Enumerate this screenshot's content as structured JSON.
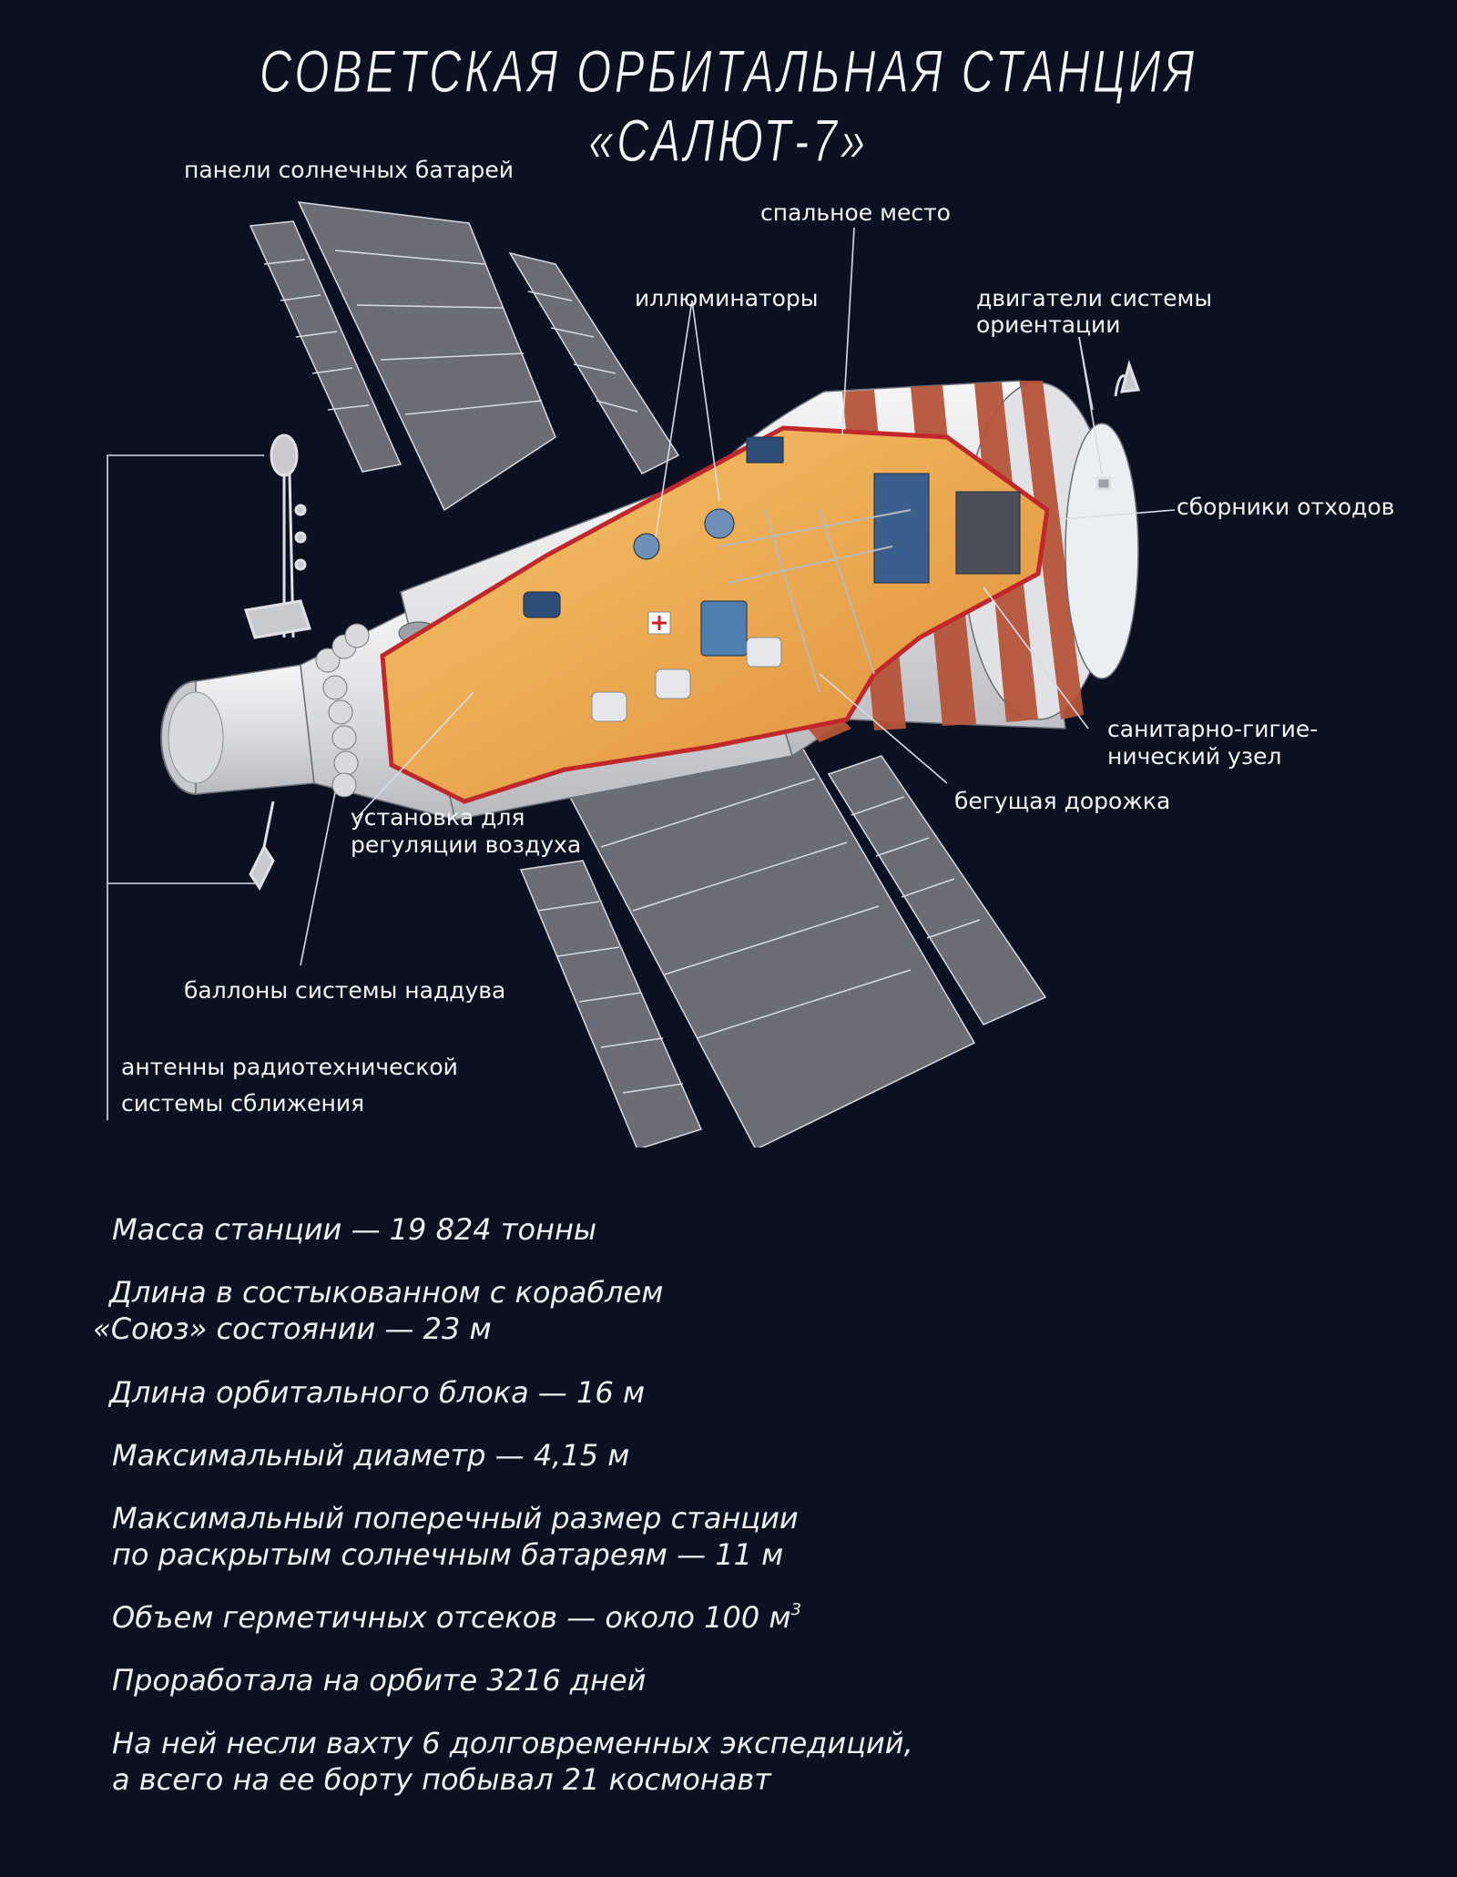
{
  "title": "СОВЕТСКАЯ ОРБИТАЛЬНАЯ СТАНЦИЯ «САЛЮТ-7»",
  "labels": {
    "solar_panels": "панели солнечных батарей",
    "sleeping_place": "спальное место",
    "portholes": "иллюминаторы",
    "attitude_engines_1": "двигатели системы",
    "attitude_engines_2": "ориентации",
    "waste_collectors": "сборники отходов",
    "sanitary_1": "санитарно-гигие-",
    "sanitary_2": "нический узел",
    "treadmill": "бегущая дорожка",
    "air_unit_1": "установка для",
    "air_unit_2": "регуляции воздуха",
    "pressure_tanks": "баллоны системы наддува",
    "antennas_1": "антенны радиотехнической",
    "antennas_2": "системы сближения"
  },
  "facts": {
    "mass": "Масса станции — 19 824 тонны",
    "docked_length_1": "Длина в состыкованном с кораблем",
    "docked_length_2": "«Союз» состоянии — 23 м",
    "block_length": "Длина орбитального блока —  16 м",
    "max_diameter": "Максимальный диаметр — 4,15 м",
    "max_span_1": "Максимальный поперечный размер станции",
    "max_span_2": "по раскрытым солнечным батареям — 11 м",
    "volume": "Объем герметичных отсеков — около 100 м",
    "volume_sup": "3",
    "days": "Проработала на орбите 3216 дней",
    "crews_1": "На ней несли вахту 6 долговременных экспедиций,",
    "crews_2": "а всего на ее борту побывал 21 космонавт"
  },
  "colors": {
    "background": "#0b1120",
    "hull": "#e4e5e8",
    "stripe": "#b5553a",
    "interior": "#f0b45a",
    "panel": "#6b6c76",
    "cut_edge": "#c0282b"
  }
}
